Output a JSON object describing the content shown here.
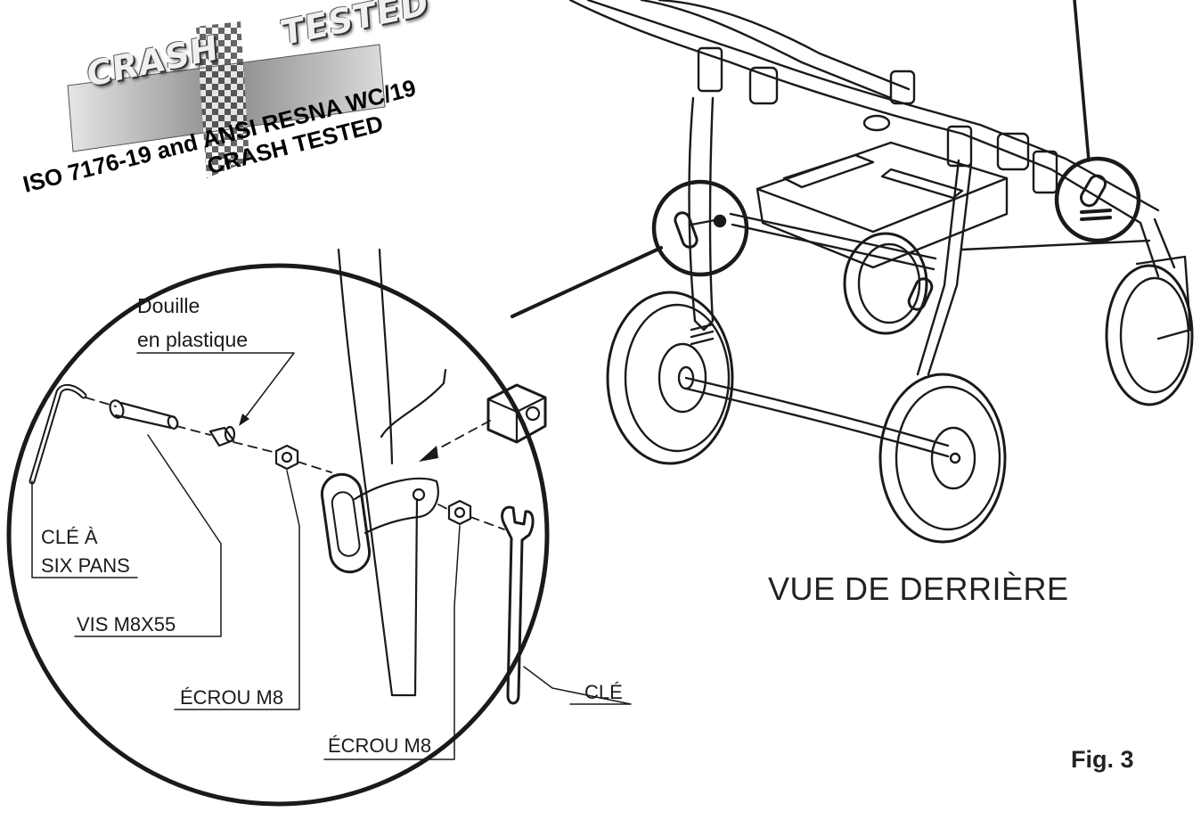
{
  "badge": {
    "word_left": "CRASH",
    "word_right": "TESTED"
  },
  "standard": {
    "line1": "ISO 7176-19 and ANSI RESNA WC/19",
    "line2": "CRASH TESTED"
  },
  "labels": {
    "douille_line1": "Douille",
    "douille_line2": "en plastique",
    "cle_six_line1": "CLÉ À",
    "cle_six_line2": "SIX PANS",
    "vis": "VIS M8X55",
    "ecrou_1": "ÉCROU M8",
    "ecrou_2": "ÉCROU M8",
    "cle": "CLÉ"
  },
  "view_title": "VUE DE DERRIÈRE",
  "figure_number": "Fig. 3",
  "colors": {
    "line": "#1a1a1a",
    "badge_dark": "#3a3a3a",
    "badge_light": "#cfcfcf"
  }
}
